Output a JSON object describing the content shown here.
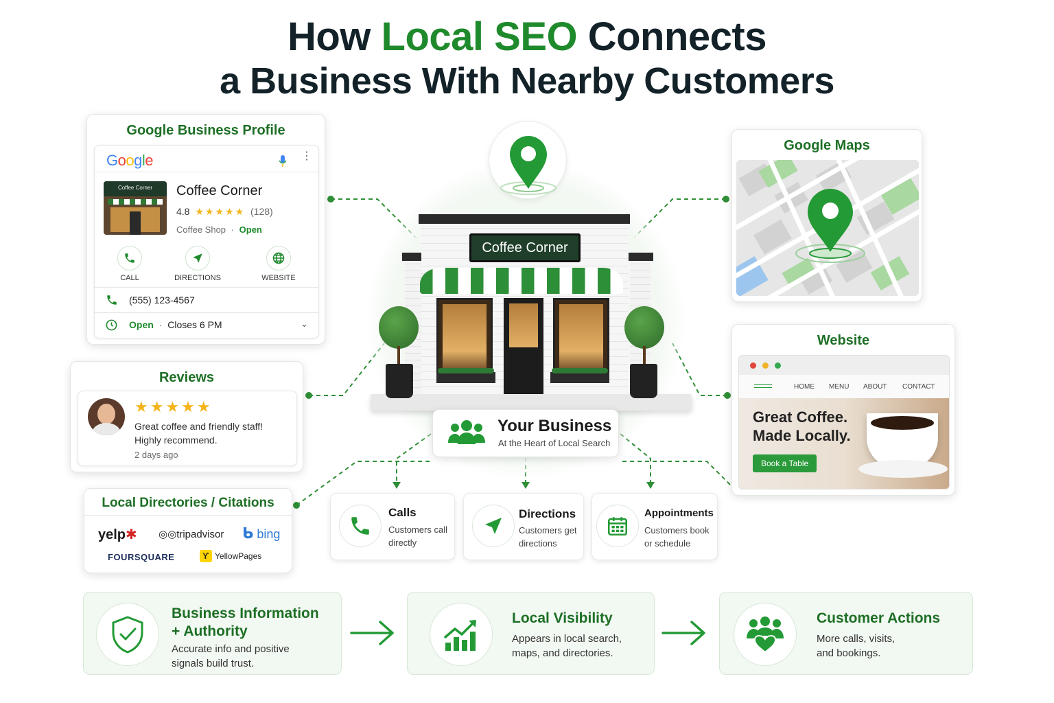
{
  "title": {
    "line1_a": "How ",
    "line1_hl": "Local SEO",
    "line1_b": " Connects",
    "line2": "a Business With Nearby Customers"
  },
  "colors": {
    "brand_green": "#1f8a2c",
    "dark_green": "#1d6f25",
    "star": "#f3b51b"
  },
  "gbp": {
    "title": "Google Business Profile",
    "logo": [
      "G",
      "o",
      "o",
      "g",
      "l",
      "e"
    ],
    "thumb_label": "Coffee Corner",
    "name": "Coffee Corner",
    "rating": "4.8",
    "stars": "★★★★★",
    "review_count": "(128)",
    "category": "Coffee Shop",
    "sep": "·",
    "status": "Open",
    "actions": [
      {
        "label": "CALL",
        "icon": "phone-icon"
      },
      {
        "label": "DIRECTIONS",
        "icon": "navigation-arrow-icon"
      },
      {
        "label": "WEBSITE",
        "icon": "globe-icon"
      }
    ],
    "phone": "(555) 123-4567",
    "hours_status": "Open",
    "hours_close": "Closes 6 PM"
  },
  "reviews": {
    "title": "Reviews",
    "stars": "★★★★★",
    "text_line1": "Great coffee and friendly staff!",
    "text_line2": "Highly recommend.",
    "time": "2 days ago"
  },
  "directories": {
    "title": "Local Directories / Citations",
    "logos": [
      "yelp",
      "tripadvisor",
      "bing",
      "FOURSQUARE",
      "YellowPages"
    ]
  },
  "center": {
    "shop_sign": "Coffee Corner",
    "business_title": "Your Business",
    "business_sub": "At the Heart of Local Search"
  },
  "maps": {
    "title": "Google Maps"
  },
  "website": {
    "title": "Website",
    "nav": [
      "HOME",
      "MENU",
      "ABOUT",
      "CONTACT"
    ],
    "hero_line1": "Great Coffee.",
    "hero_line2": "Made Locally.",
    "cta": "Book a Table"
  },
  "actions": [
    {
      "title": "Calls",
      "desc1": "Customers call",
      "desc2": "directly",
      "icon": "phone-icon"
    },
    {
      "title": "Directions",
      "desc1": "Customers get",
      "desc2": "directions",
      "icon": "navigation-arrow-icon"
    },
    {
      "title": "Appointments",
      "desc1": "Customers book",
      "desc2": "or schedule",
      "icon": "calendar-icon"
    }
  ],
  "flow": [
    {
      "title1": "Business Information",
      "title2": "+ Authority",
      "desc1": "Accurate info and positive",
      "desc2": "signals build trust.",
      "icon": "shield-check-icon"
    },
    {
      "title1": "Local Visibility",
      "title2": "",
      "desc1": "Appears in local search,",
      "desc2": "maps, and directories.",
      "icon": "growth-chart-icon"
    },
    {
      "title1": "Customer Actions",
      "title2": "",
      "desc1": "More calls, visits,",
      "desc2": "and bookings.",
      "icon": "people-heart-icon"
    }
  ]
}
